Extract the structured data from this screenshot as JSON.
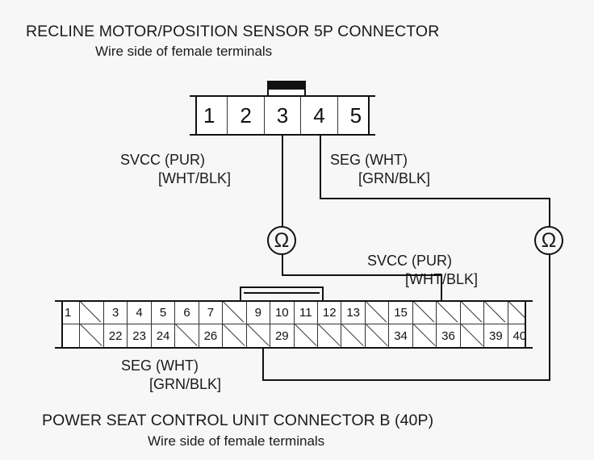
{
  "diagram": {
    "type": "automotive-wiring-continuity-test",
    "top_heading": {
      "line1": "RECLINE MOTOR/POSITION SENSOR 5P CONNECTOR",
      "line2": "Wire side of female terminals"
    },
    "bottom_heading": {
      "line1": "POWER SEAT CONTROL UNIT CONNECTOR B (40P)",
      "line2": "Wire side of female terminals"
    },
    "colors": {
      "line": "#111111",
      "background": "#f7f7f7",
      "connector_fill": "#ffffff"
    }
  },
  "connector_5p": {
    "name": "RECLINE MOTOR/POSITION SENSOR 5P CONNECTOR",
    "pin_count": 5,
    "pins": [
      "1",
      "2",
      "3",
      "4",
      "5"
    ]
  },
  "connector_40p": {
    "name": "POWER SEAT CONTROL UNIT CONNECTOR B (40P)",
    "pin_count": 40,
    "top_row": [
      "1",
      "",
      "3",
      "4",
      "5",
      "6",
      "7",
      "",
      "9",
      "10",
      "11",
      "12",
      "13",
      "",
      "15",
      "",
      "",
      "",
      "",
      ""
    ],
    "top_row_blank_style": [
      "",
      "diag",
      "",
      "",
      "",
      "",
      "",
      "diag",
      "",
      "",
      "",
      "",
      "",
      "diag",
      "",
      "diag",
      "diag",
      "diag",
      "diag",
      "diag"
    ],
    "bottom_row": [
      "",
      "",
      "22",
      "23",
      "24",
      "",
      "26",
      "",
      "",
      "29",
      "",
      "",
      "",
      "",
      "34",
      "",
      "36",
      "",
      "39",
      "40"
    ],
    "bottom_row_blank_style": [
      "",
      "diag",
      "",
      "",
      "",
      "diag",
      "",
      "diag",
      "diag",
      "",
      "diag",
      "diag",
      "diag",
      "diag",
      "",
      "diag",
      "",
      "diag",
      "",
      ""
    ]
  },
  "labels": {
    "svcc_top": {
      "line1": "SVCC (PUR)",
      "line2": "[WHT/BLK]"
    },
    "seg_top": {
      "line1": "SEG (WHT)",
      "line2": "[GRN/BLK]"
    },
    "svcc_mid": {
      "line1": "SVCC (PUR)",
      "line2": "[WHT/BLK]"
    },
    "seg_bottom": {
      "line1": "SEG (WHT)",
      "line2": "[GRN/BLK]"
    }
  },
  "meters": [
    {
      "id": "ohmmeter-left",
      "symbol": "Ω",
      "measures": "SVCC (PUR) [WHT/BLK]",
      "from_pin_5p": "3",
      "to_pin_40p": "15"
    },
    {
      "id": "ohmmeter-right",
      "symbol": "Ω",
      "measures": "SEG (WHT) [GRN/BLK]",
      "from_pin_5p": "4",
      "to_pin_40p": "29"
    }
  ],
  "connections": [
    {
      "signal": "SVCC (PUR) [WHT/BLK]",
      "connector_5p_pin": "3",
      "connector_40p_pin": "15",
      "meter": "ohmmeter-left"
    },
    {
      "signal": "SEG (WHT) [GRN/BLK]",
      "connector_5p_pin": "4",
      "connector_40p_pin": "29",
      "meter": "ohmmeter-right"
    }
  ]
}
